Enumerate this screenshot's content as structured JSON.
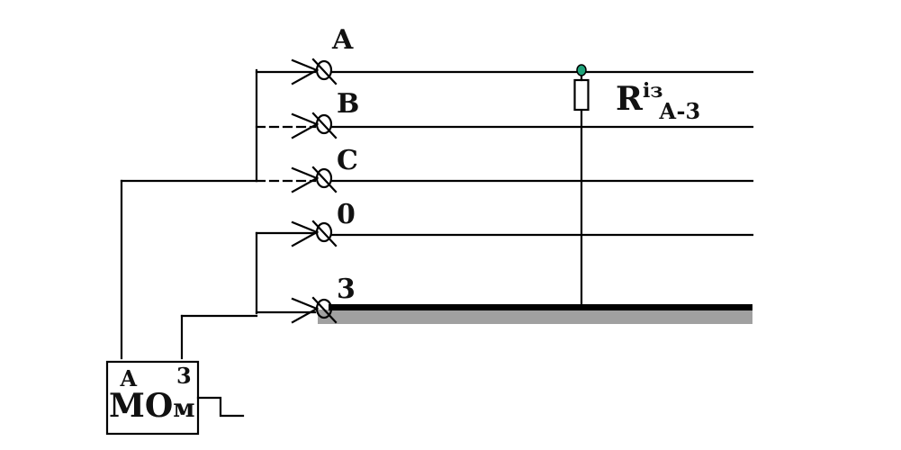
{
  "lines": [
    {
      "id": "A",
      "label": "A"
    },
    {
      "id": "B",
      "label": "B"
    },
    {
      "id": "C",
      "label": "C"
    },
    {
      "id": "N",
      "label": "0"
    },
    {
      "id": "G",
      "label": "3"
    }
  ],
  "resistor": {
    "symbol": "R",
    "superscript": "із",
    "subscript": "А-3"
  },
  "meter": {
    "name_main": "МО",
    "name_small": "м",
    "terminal_left": "А",
    "terminal_right": "3"
  },
  "colors": {
    "wire": "#000000",
    "ground_bus_shadow": "#a0a0a0",
    "indicator_dot": "#1fa37a"
  }
}
